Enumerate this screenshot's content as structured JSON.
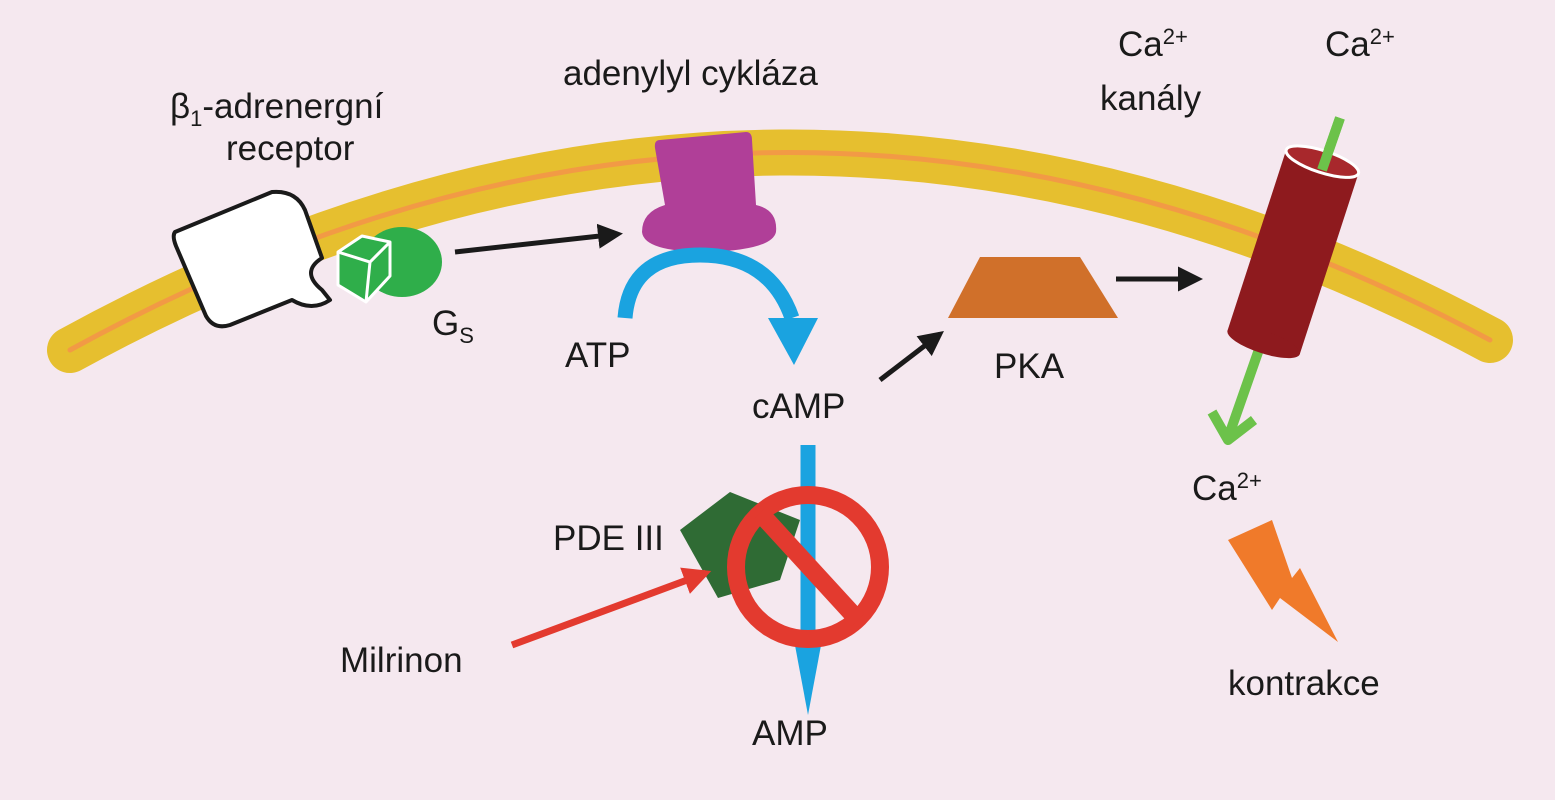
{
  "labels": {
    "receptor_prefix": "β",
    "receptor_sub": "1",
    "receptor_rest": "-adrenergní",
    "receptor_line2": "receptor",
    "gs_main": "G",
    "gs_sub": "S",
    "adenylyl": "adenylyl cykláza",
    "channels_ca": "Ca",
    "channels_ca_sup": "2+",
    "channels_line2": "kanály",
    "ca_top": "Ca",
    "ca_top_sup": "2+",
    "atp": "ATP",
    "camp": "cAMP",
    "pka": "PKA",
    "pde": "PDE III",
    "milrinon": "Milrinon",
    "amp": "AMP",
    "ca_bottom": "Ca",
    "ca_bottom_sup": "2+",
    "contraction": "kontrakce"
  },
  "colors": {
    "background": "#f5e8ef",
    "membrane": "#e6bf2f",
    "membrane_core": "#f29a45",
    "adenylyl_cyclase": "#b03f98",
    "cycle_arrow": "#1aa3e0",
    "g_protein": "#2fae4a",
    "pka": "#d0702a",
    "channel": "#8e1a1e",
    "ca_flow": "#6cc24a",
    "pde": "#2f6b34",
    "inhibition": "#e33a2f",
    "lightning": "#f07a2a"
  }
}
